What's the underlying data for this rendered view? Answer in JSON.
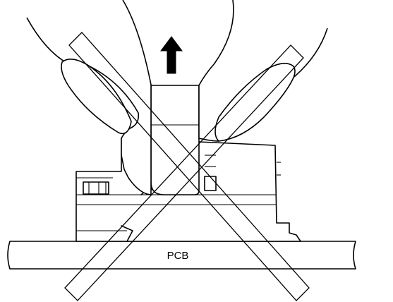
{
  "diagram": {
    "pcb_label": "PCB",
    "arrow_direction": "up",
    "prohibited_mark": "crossed-diamond",
    "colors": {
      "ink": "#000000",
      "background": "#ffffff"
    }
  }
}
